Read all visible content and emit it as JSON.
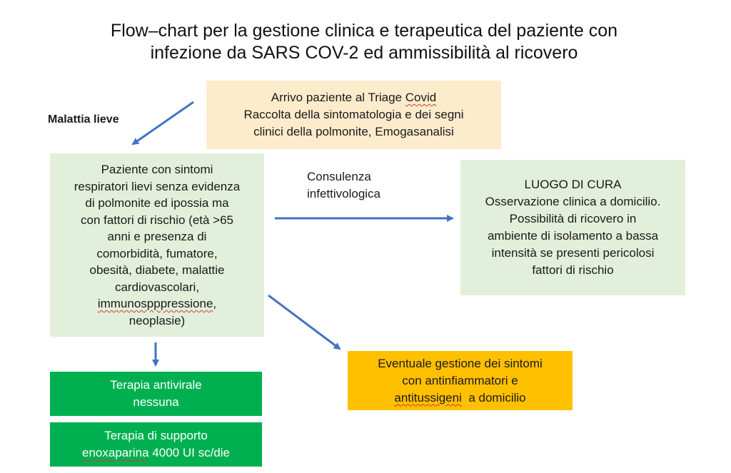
{
  "title": {
    "line1": "Flow–chart per la gestione clinica e terapeutica del paziente con",
    "line2": "infezione da SARS COV-2 ed ammissibilità al ricovero"
  },
  "labels": {
    "malattia": "Malattia lieve",
    "consulenza_line1": "Consulenza",
    "consulenza_line2": "infettivologica"
  },
  "triage": {
    "line1_prefix": "Arrivo paziente al Triage ",
    "line1_word": "Covid",
    "line2": "Raccolta della sintomatologia e dei segni",
    "line3": "clinici della polmonite, Emogasanalisi"
  },
  "patient": {
    "lines": [
      "Paziente con sintomi",
      "respiratori lievi senza evidenza",
      "di polmonite ed ipossia ma",
      "con fattori di rischio (età >65",
      "anni e presenza di",
      "comorbidità, fumatore,",
      "obesità, diabete, malattie",
      "cardiovascolari,"
    ],
    "line9_word": "immunospppressione",
    "line9_suffix": ",",
    "line10": "neoplasie)"
  },
  "luogo": {
    "lines": [
      "LUOGO DI CURA",
      "Osservazione clinica a domicilio.",
      "Possibilità di ricovero in",
      "ambiente di isolamento a bassa",
      "intensità se presenti pericolosi",
      "fattori di rischio"
    ]
  },
  "eventuale": {
    "line1": "Eventuale gestione dei sintomi",
    "line2": "con antinfiammatori e",
    "line3_word": "antitussigeni",
    "line3_suffix": "  a domicilio"
  },
  "antivirale": {
    "line1": "Terapia antivirale",
    "line2": "nessuna"
  },
  "supporto": {
    "line1": "Terapia di supporto",
    "line2_word": "enoxaparina",
    "line2_suffix": " 4000 UI sc/die"
  },
  "colors": {
    "arrow": "#4472c4",
    "light_green": "#e2efda",
    "light_orange": "#fdeccc",
    "amber": "#ffc000",
    "green": "#00b050"
  },
  "icons": {
    "arrow": "arrow-icon"
  }
}
